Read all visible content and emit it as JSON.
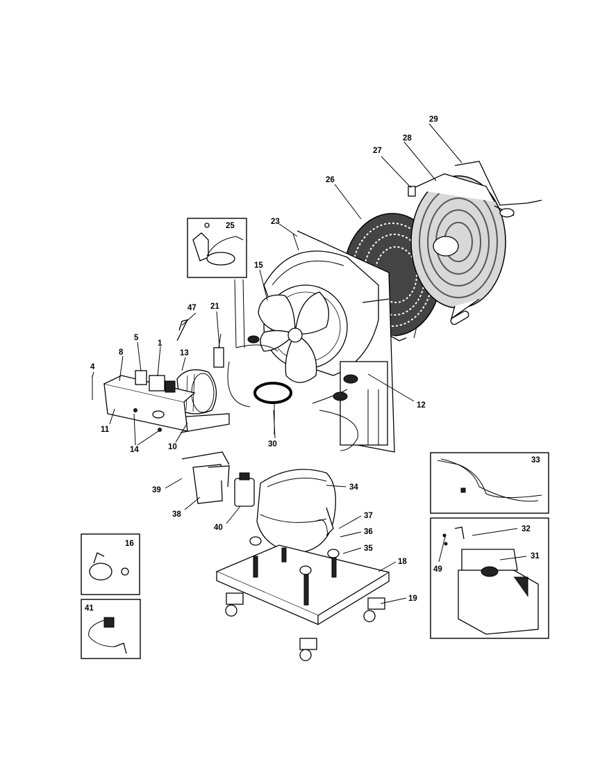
{
  "diagram": {
    "labels": {
      "p1": "1",
      "p4": "4",
      "p5": "5",
      "p8": "8",
      "p10": "10",
      "p11": "11",
      "p12": "12",
      "p13": "13",
      "p14": "14",
      "p15": "15",
      "p16": "16",
      "p18": "18",
      "p19": "19",
      "p21": "21",
      "p23": "23",
      "p25": "25",
      "p26": "26",
      "p27": "27",
      "p28": "28",
      "p29": "29",
      "p30": "30",
      "p31": "31",
      "p32": "32",
      "p33": "33",
      "p34": "34",
      "p35": "35",
      "p36": "36",
      "p37": "37",
      "p38": "38",
      "p39": "39",
      "p40": "40",
      "p41": "41",
      "p47": "47",
      "p49": "49"
    }
  }
}
